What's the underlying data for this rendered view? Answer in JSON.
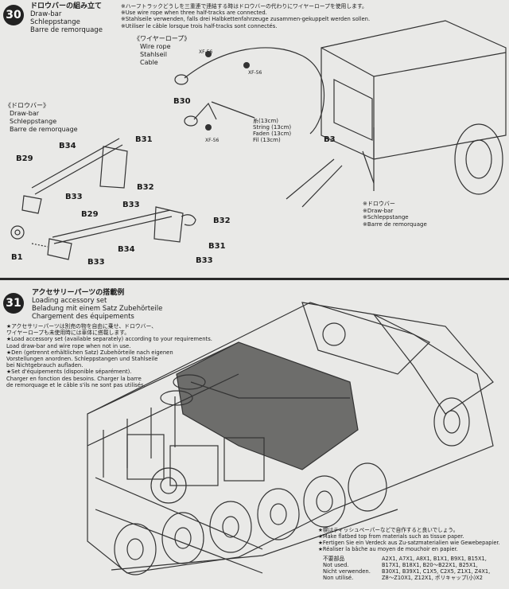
{
  "step30": {
    "number": "30",
    "title_jp": "ドロウバーの組み立て",
    "title_en": "Draw-bar",
    "title_de": "Schleppstange",
    "title_fr": "Barre de remorquage",
    "notes": [
      "※ハーフトラックどうしを三重連で連結する時はドロウバーの代わりにワイヤーロープを使用します。",
      "※Use wire rope when three half-tracks are connected.",
      "※Stahlseile verwenden, falls drei Halbkettenfahrzeuge zusammen-gekuppelt werden sollen.",
      "※Utiliser le câble lorsque trois half-tracks sont connectés."
    ],
    "wire_rope": {
      "jp": "《ワイヤーロープ》",
      "en": "Wire rope",
      "de": "Stahlseil",
      "fr": "Cable",
      "string_jp": "糸(13cm)",
      "string_en": "String (13cm)",
      "string_de": "Faden (13cm)",
      "string_fr": "Fil (13cm)"
    },
    "drawbar": {
      "jp": "《ドロウバー》",
      "en": "Draw-bar",
      "de": "Schleppstange",
      "fr": "Barre de remorquage"
    },
    "drawbar_callout": {
      "jp": "※ドロウバー",
      "en": "※Draw-bar",
      "de": "※Schleppstange",
      "fr": "※Barre de remorquage"
    },
    "parts": {
      "xf56a": "XF-56",
      "xf56b": "XF-56",
      "xf56c": "XF-56",
      "b30": "B30",
      "b3": "B3",
      "b34a": "B34",
      "b31a": "B31",
      "b29a": "B29",
      "b33a": "B33",
      "b32a": "B32",
      "b33b": "B33",
      "b29b": "B29",
      "b1": "B1",
      "b34b": "B34",
      "b32b": "B32",
      "b31b": "B31",
      "b33c": "B33",
      "b33d": "B33"
    }
  },
  "step31": {
    "number": "31",
    "title_jp": "アクセサリーパーツの搭載例",
    "title_en": "Loading accessory set",
    "title_de": "Beladung mit einem Satz Zubehörteile",
    "title_fr": "Chargement des équipements",
    "notes": [
      "★アクセサリーパーツは別売の物を自由に乗せ、ドロウバー、",
      "  ワイヤーロープも未使用時には車体に搭載します。",
      "★Load accessory set (available separately) according to your requirements.",
      "  Load draw-bar and wire rope when not in use.",
      "★Den (getrennt erhältlichen Satz) Zubehörteile nach eigenen",
      "  Vorstellungen anordnen. Schleppstangen und Stahlseile",
      "  bei Nichtgebrauch aufladen.",
      "★Set d'équipements (disponible séparément).",
      "  Charger en fonction des besoins. Charger la barre",
      "  de remorquage et le câble s'ils ne sont pas utilisés."
    ],
    "tarp_notes": [
      "★幌はティッシュペーパーなどで自作すると良いでしょう。",
      "★Make flatbed top from materials such as tissue paper.",
      "★Fertigen Sie ein Verdeck aus Zu-satzmaterialien wie Gewebepapier.",
      "★Réaliser la bâche au moyen de mouchoir en papier."
    ],
    "unused": {
      "jp": "不要部品",
      "en": "Not used.",
      "de": "Nicht verwenden.",
      "fr": "Non utilisé.",
      "line1": "A2X1, A7X1, A8X1, B1X1, B9X1, B15X1,",
      "line2": "B17X1, B18X1, B20〜B22X1, B25X1,",
      "line3": "B30X1, B39X1, C1X5, C2X5, Z1X1, Z4X1,",
      "line4": "Z8〜Z10X1, Z12X1, ポリキャップ(小)X2"
    }
  }
}
